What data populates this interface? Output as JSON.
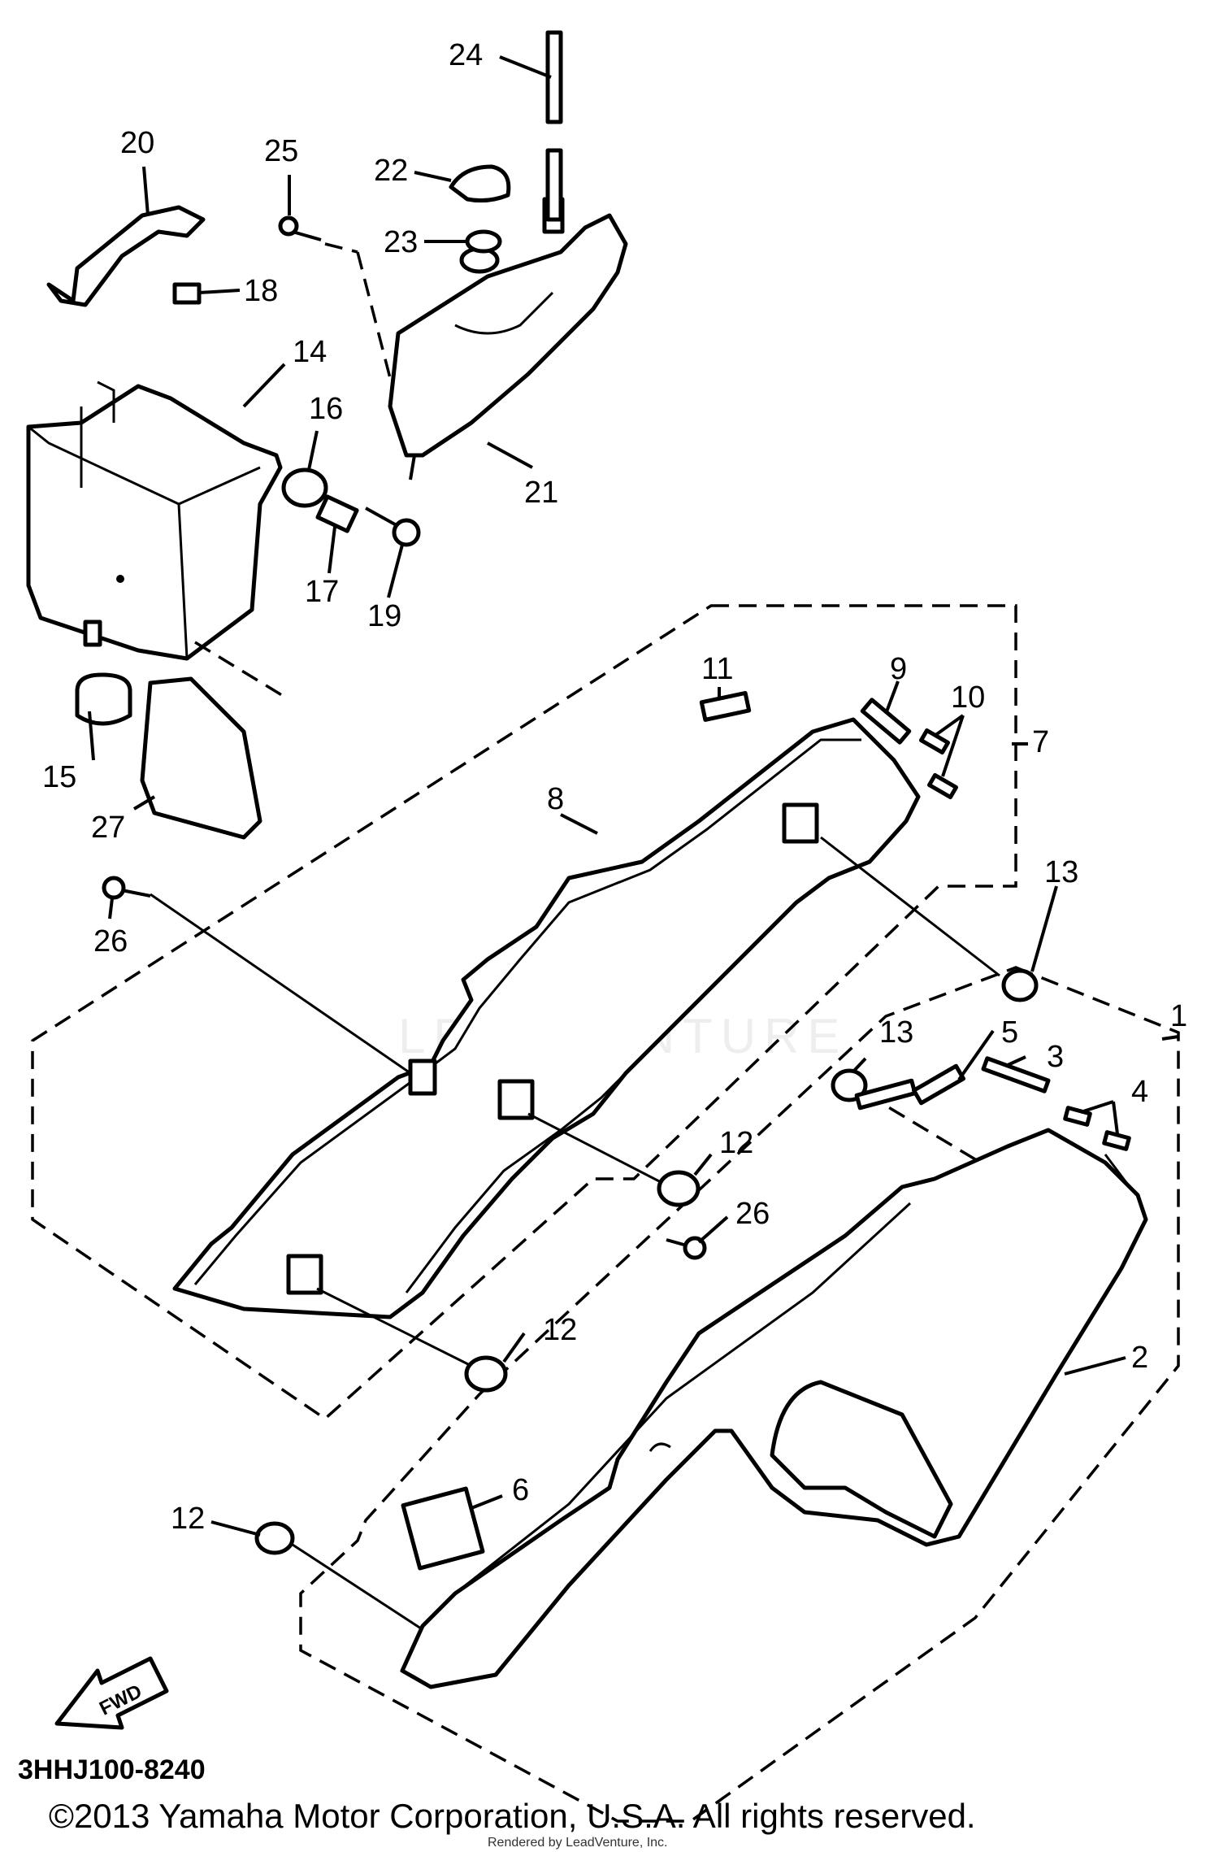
{
  "diagram": {
    "callouts": {
      "c1": "1",
      "c2": "2",
      "c3": "3",
      "c4": "4",
      "c5": "5",
      "c6": "6",
      "c7": "7",
      "c8": "8",
      "c9": "9",
      "c10": "10",
      "c11": "11",
      "c12a": "12",
      "c12b": "12",
      "c12c": "12",
      "c13a": "13",
      "c13b": "13",
      "c14": "14",
      "c15": "15",
      "c16": "16",
      "c17": "17",
      "c18": "18",
      "c19": "19",
      "c20": "20",
      "c21": "21",
      "c22": "22",
      "c23": "23",
      "c24": "24",
      "c25": "25",
      "c26a": "26",
      "c26b": "26",
      "c27": "27"
    },
    "fwd_label": "FWD",
    "watermark": "LEADVENTURE"
  },
  "footer": {
    "part_code": "3HHJ100-8240",
    "copyright": "©2013 Yamaha Motor Corporation, U.S.A. All rights reserved.",
    "render_credit": "Rendered by LeadVenture, Inc."
  }
}
